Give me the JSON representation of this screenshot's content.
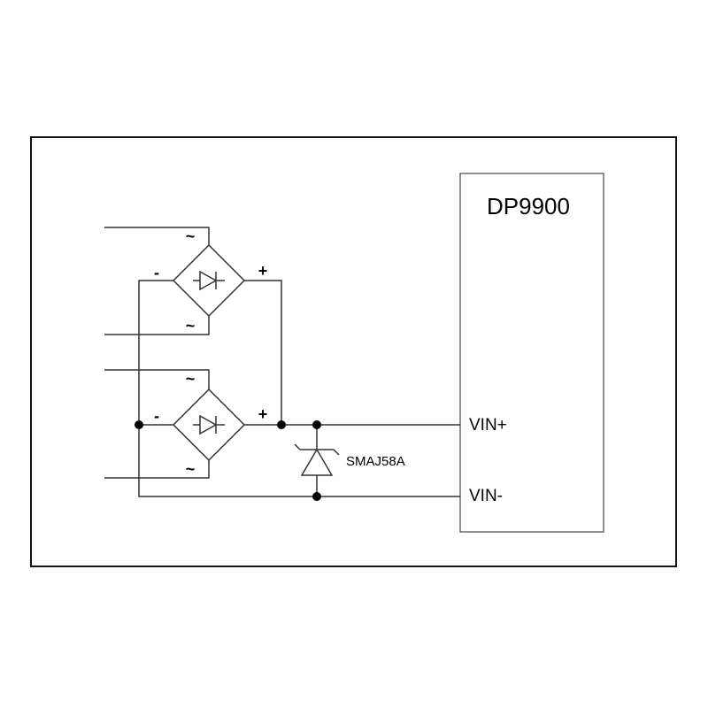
{
  "ic": {
    "name": "DP9900",
    "pin_vin_plus": "VIN+",
    "pin_vin_minus": "VIN-"
  },
  "tvs": {
    "part": "SMAJ58A"
  },
  "bridges": [
    {
      "ac_top": "~",
      "ac_bottom": "~",
      "minus": "-",
      "plus": "+"
    },
    {
      "ac_top": "~",
      "ac_bottom": "~",
      "minus": "-",
      "plus": "+"
    }
  ],
  "colors": {
    "wire": "#333333",
    "frame": "#111111",
    "junction": "#000000",
    "background": "#ffffff"
  }
}
